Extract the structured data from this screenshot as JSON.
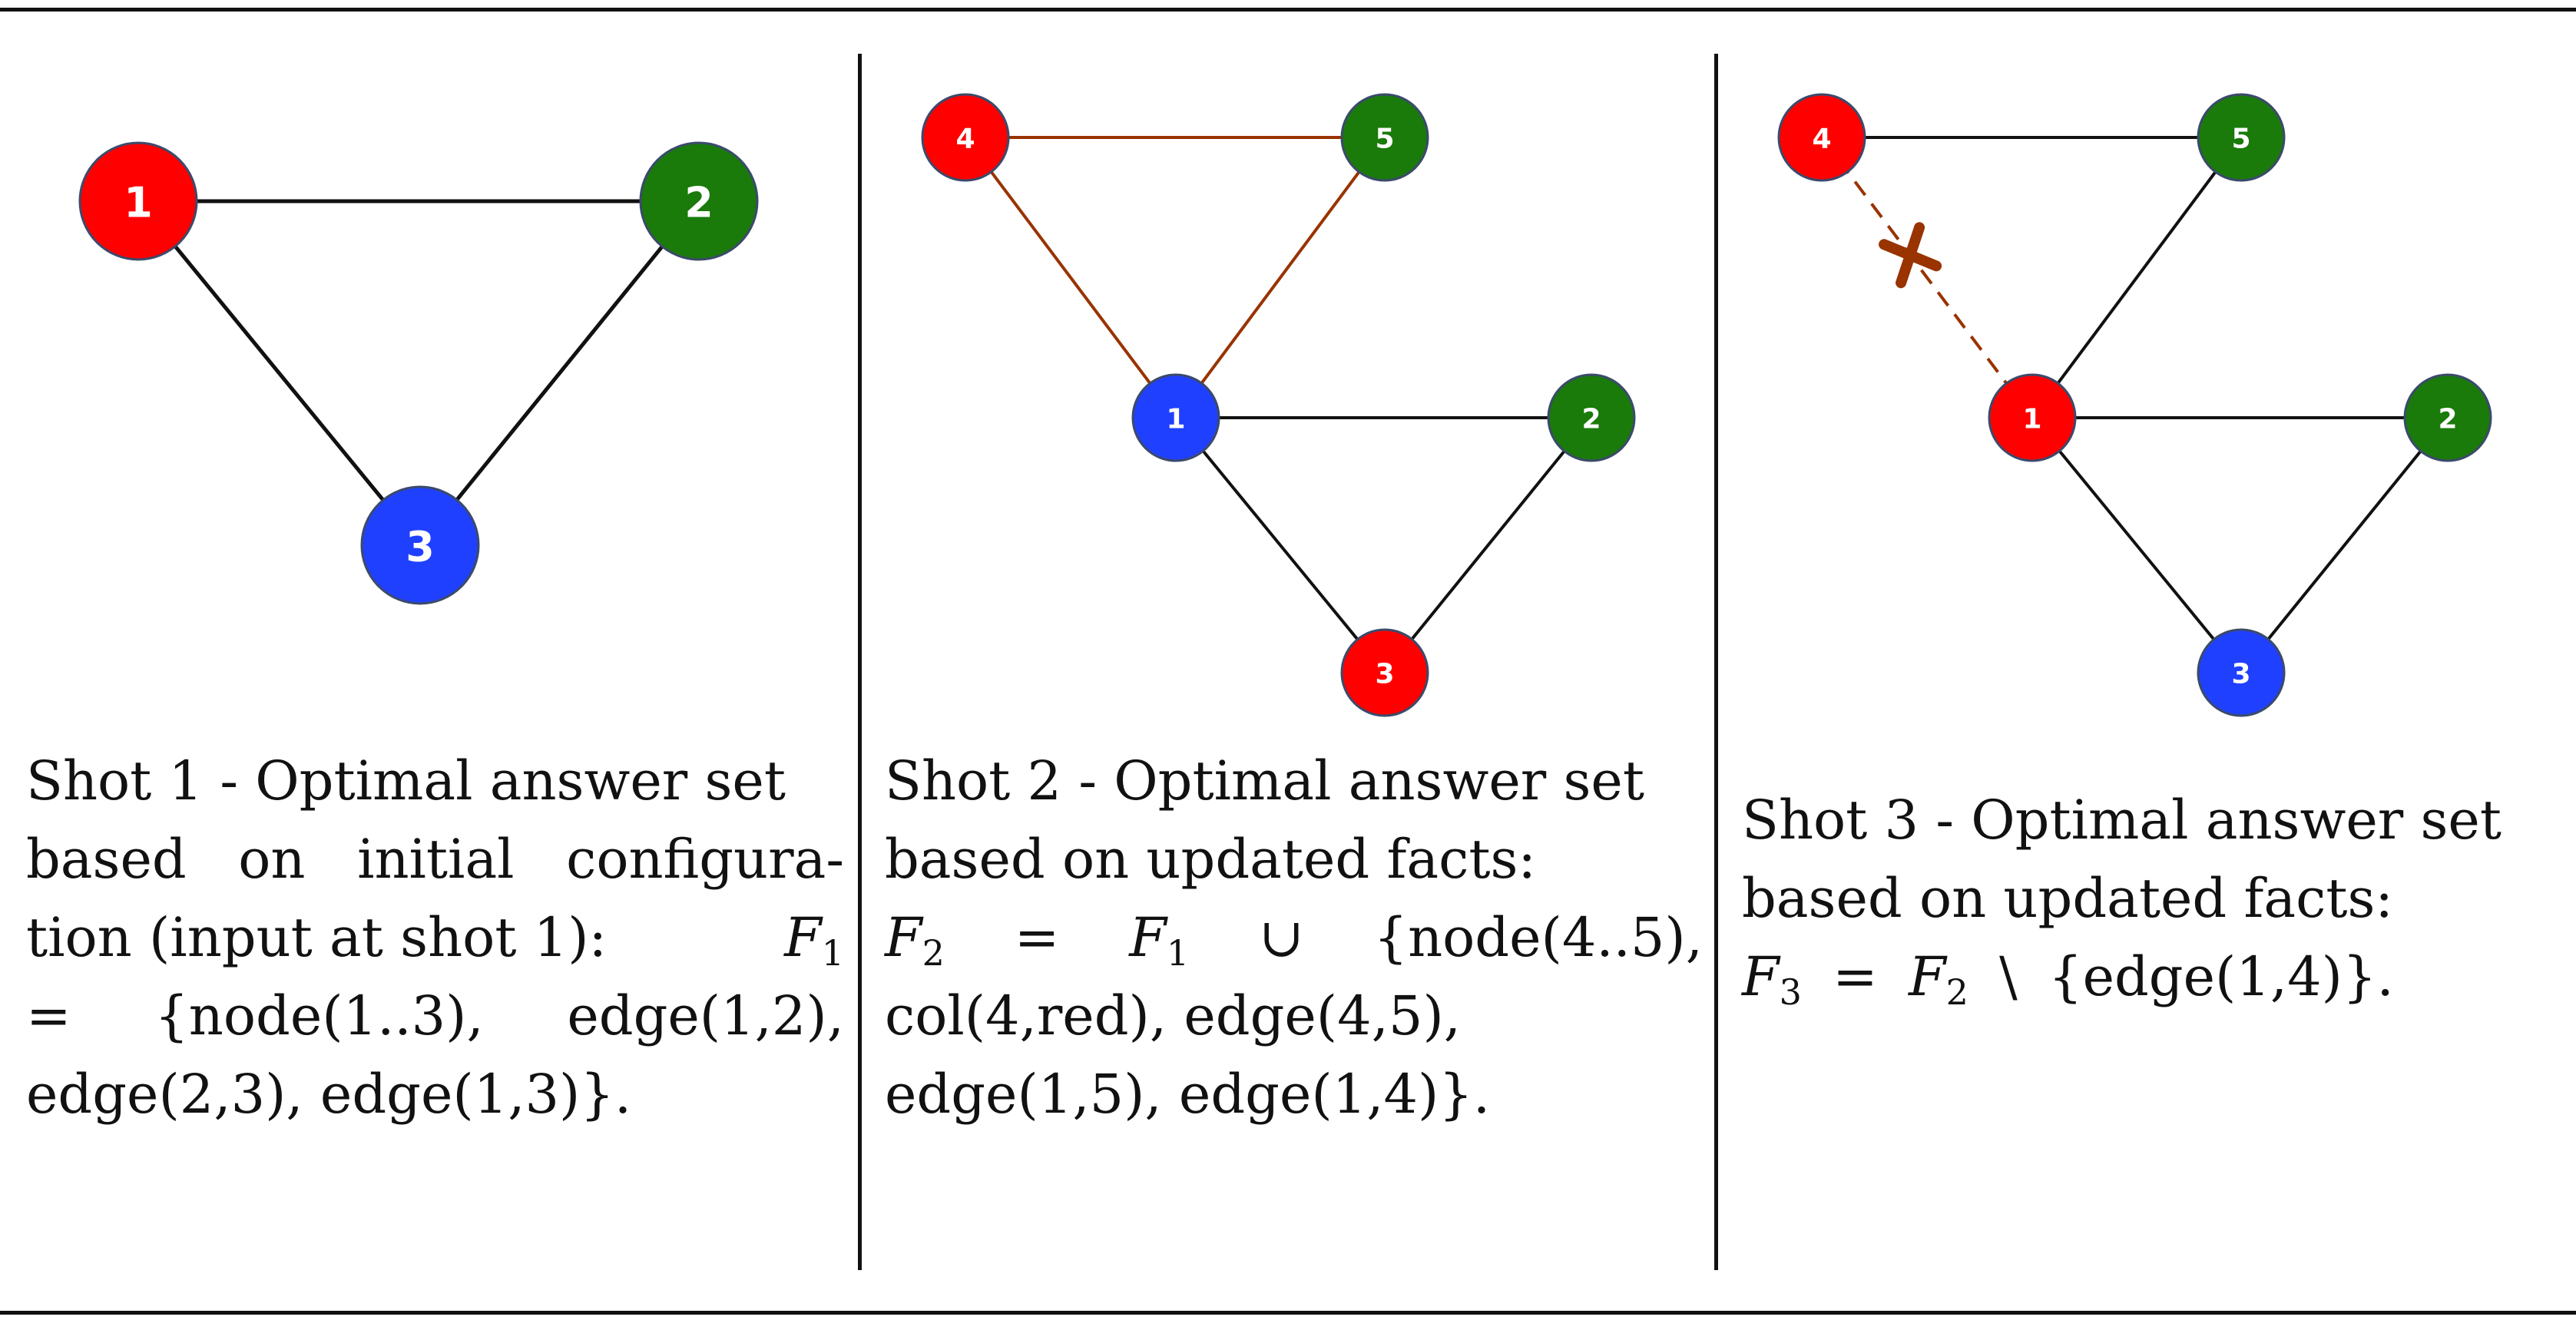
{
  "colors": {
    "red": "#ff0000",
    "green": "#1a7a0a",
    "blue": "#2040ff",
    "edge": "#111111",
    "highlight_edge": "#993300",
    "removed_edge": "#993300"
  },
  "panels": [
    {
      "nodes": [
        {
          "id": "1",
          "label": "1",
          "color": "red"
        },
        {
          "id": "2",
          "label": "2",
          "color": "green"
        },
        {
          "id": "3",
          "label": "3",
          "color": "blue"
        }
      ],
      "edges": [
        {
          "from": "1",
          "to": "2",
          "style": "normal"
        },
        {
          "from": "1",
          "to": "3",
          "style": "normal"
        },
        {
          "from": "2",
          "to": "3",
          "style": "normal"
        }
      ],
      "caption": {
        "line1": "Shot 1 - Optimal answer set",
        "line2": "based on initial configura-",
        "line3_text": "tion (input at shot 1):",
        "line3_var": "F",
        "line3_sub": "1",
        "line4_eq": "=",
        "line4_a": "{node(1..3),",
        "line4_b": "edge(1,2),",
        "line5": "edge(2,3), edge(1,3)}."
      }
    },
    {
      "nodes": [
        {
          "id": "4",
          "label": "4",
          "color": "red"
        },
        {
          "id": "5",
          "label": "5",
          "color": "green"
        },
        {
          "id": "1",
          "label": "1",
          "color": "blue"
        },
        {
          "id": "2",
          "label": "2",
          "color": "green"
        },
        {
          "id": "3",
          "label": "3",
          "color": "red"
        }
      ],
      "edges": [
        {
          "from": "4",
          "to": "5",
          "style": "highlight"
        },
        {
          "from": "4",
          "to": "1",
          "style": "highlight"
        },
        {
          "from": "5",
          "to": "1",
          "style": "highlight"
        },
        {
          "from": "1",
          "to": "2",
          "style": "normal"
        },
        {
          "from": "1",
          "to": "3",
          "style": "normal"
        },
        {
          "from": "2",
          "to": "3",
          "style": "normal"
        }
      ],
      "caption": {
        "line1": "Shot 2 - Optimal answer set",
        "line2": "based on updated facts:",
        "line3_var_a": "F",
        "line3_sub_a": "2",
        "line3_eq": "=",
        "line3_var_b": "F",
        "line3_sub_b": "1",
        "line3_union": "∪",
        "line3_set": "{node(4..5),",
        "line4": "col(4,red), edge(4,5),",
        "line5": "edge(1,5), edge(1,4)}."
      }
    },
    {
      "nodes": [
        {
          "id": "4",
          "label": "4",
          "color": "red"
        },
        {
          "id": "5",
          "label": "5",
          "color": "green"
        },
        {
          "id": "1",
          "label": "1",
          "color": "red"
        },
        {
          "id": "2",
          "label": "2",
          "color": "green"
        },
        {
          "id": "3",
          "label": "3",
          "color": "blue"
        }
      ],
      "edges": [
        {
          "from": "4",
          "to": "5",
          "style": "normal"
        },
        {
          "from": "5",
          "to": "1",
          "style": "normal"
        },
        {
          "from": "1",
          "to": "2",
          "style": "normal"
        },
        {
          "from": "1",
          "to": "3",
          "style": "normal"
        },
        {
          "from": "2",
          "to": "3",
          "style": "normal"
        },
        {
          "from": "4",
          "to": "1",
          "style": "removed"
        }
      ],
      "caption": {
        "line1": "Shot 3 - Optimal answer set",
        "line2": "based on updated facts:",
        "line3_var_a": "F",
        "line3_sub_a": "3",
        "line3_eq": "=",
        "line3_var_b": "F",
        "line3_sub_b": "2",
        "line3_minus": "\\",
        "line3_set": "{edge(1,4)}."
      }
    }
  ]
}
